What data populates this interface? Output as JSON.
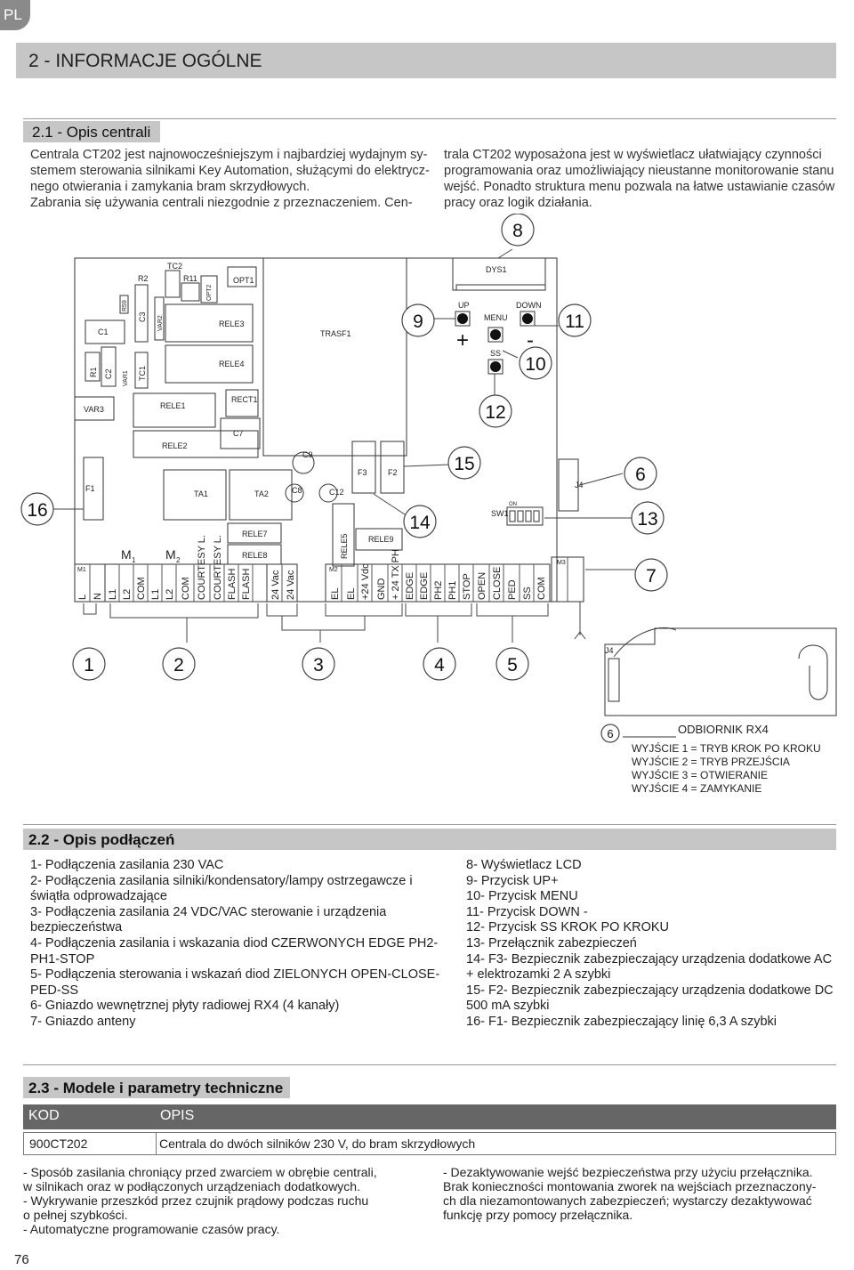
{
  "lang_badge": "PL",
  "chapter_title": "2 -  INFORMACJE OGÓLNE",
  "section1": {
    "title": "2.1 - Opis centrali",
    "left_lines": [
      "Centrala CT202 jest najnowocześniejszym i najbardziej wydajnym sy-",
      "stemem sterowania silnikami Key Automation, służącymi do elektrycz-",
      "nego otwierania i zamykania bram skrzydłowych.",
      "Zabrania się używania centrali niezgodnie z przeznaczeniem. Cen-"
    ],
    "right_lines": [
      "trala CT202 wyposażona jest w wyświetlacz ułatwiający czynności",
      "programowania oraz umożliwiający nieustanne monitorowanie stanu",
      "wejść. Ponadto struktura menu pozwala na łatwe ustawianie czasów",
      "pracy oraz logik działania."
    ]
  },
  "diagram": {
    "callouts": {
      "c1": "1",
      "c2": "2",
      "c3": "3",
      "c4": "4",
      "c5": "5",
      "c6": "6",
      "c7": "7",
      "c8": "8",
      "c9": "9",
      "c10": "10",
      "c11": "11",
      "c12": "12",
      "c13": "13",
      "c14": "14",
      "c15": "15",
      "c16": "16",
      "c6b": "6"
    },
    "components": {
      "r2": "R2",
      "tc2": "TC2",
      "r11": "R11",
      "opt2": "OPT2",
      "opt1": "OPT1",
      "dys1": "DYS1",
      "up": "UP",
      "menu": "MENU",
      "down": "DOWN",
      "ss": "SS",
      "plus": "+",
      "minus": "-",
      "c1": "C1",
      "c3": "C3",
      "var2": "VAR2",
      "rele3": "RELE3",
      "trasf1": "TRASF1",
      "rele4": "RELE4",
      "r1": "R1",
      "c2": "C2",
      "var1": "VAR1",
      "tc1": "TC1",
      "var3": "VAR3",
      "rele1": "RELE1",
      "rect1": "RECT1",
      "c7": "C7",
      "rele2": "RELE2",
      "c9": "C9",
      "f3": "F3",
      "f2": "F2",
      "j4": "J4",
      "f1": "F1",
      "ta1": "TA1",
      "ta2": "TA2",
      "c8": "C8",
      "c12": "C12",
      "sw1": "SW1",
      "on": "ON",
      "rele7": "RELE7",
      "rele8": "RELE8",
      "rele5": "RELE5",
      "rele9": "RELE9",
      "m1": "M1",
      "m2": "M2",
      "m3": "M3",
      "motor1": "M",
      "motor1_sub": "1",
      "motor2": "M",
      "motor2_sub": "2",
      "r59": "R59",
      "j4b": "J4"
    },
    "terminals": [
      "L",
      "N",
      "L1",
      "L2",
      "COM",
      "L1",
      "L2",
      "COM",
      "COURTESY L.",
      "COURTESY L.",
      "FLASH",
      "FLASH",
      "24 Vac",
      "24 Vac",
      "EL",
      "EL",
      "+24 Vdc",
      "GND",
      "+ 24 TX PH",
      "EDGE",
      "EDGE",
      "PH2",
      "PH1",
      "STOP",
      "OPEN",
      "CLOSE",
      "PED",
      "SS",
      "COM"
    ],
    "rx4": {
      "title": "ODBIORNIK RX4",
      "lines": [
        "WYJŚCIE 1 = TRYB KROK PO KROKU",
        "WYJŚCIE 2 = TRYB PRZEJŚCIA",
        "WYJŚCIE 3 = OTWIERANIE",
        "WYJŚCIE 4 = ZAMYKANIE"
      ]
    }
  },
  "section2": {
    "title": "2.2 - Opis podłączeń",
    "left_lines": [
      "1- Podłączenia zasilania 230 VAC",
      "2- Podłączenia zasilania silniki/kondensatory/lampy ostrzegawcze i",
      "świątła odprowadzające",
      "3- Podłączenia zasilania 24 VDC/VAC sterowanie i urządzenia",
      "bezpieczeństwa",
      "4- Podłączenia zasilania i wskazania diod CZERWONYCH EDGE PH2-",
      "PH1-STOP",
      "5- Podłączenia sterowania i wskazań diod ZIELONYCH OPEN-CLOSE-",
      "PED-SS",
      "6- Gniazdo wewnętrznej płyty radiowej RX4 (4 kanały)",
      "7- Gniazdo anteny"
    ],
    "right_lines": [
      "8- Wyświetlacz LCD",
      "9- Przycisk UP+",
      "10- Przycisk MENU",
      "11- Przycisk DOWN -",
      "12- Przycisk SS KROK PO KROKU",
      "13- Przełącznik zabezpieczeń",
      "14- F3- Bezpiecznik zabezpieczający urządzenia dodatkowe AC",
      "+ elektrozamki 2 A szybki",
      "15- F2- Bezpiecznik zabezpieczający urządzenia dodatkowe DC",
      "500 mA szybki",
      "16- F1- Bezpiecznik zabezpieczający linię 6,3 A szybki"
    ]
  },
  "section3": {
    "title": "2.3 - Modele i parametry techniczne",
    "table_headers": [
      "KOD",
      "OPIS"
    ],
    "table_row": {
      "kod": "900CT202",
      "opis": "Centrala do dwóch silników 230 V, do bram skrzydłowych"
    },
    "left_lines": [
      "- Sposób zasilania chroniący przed zwarciem w obrębie centrali,",
      "w silnikach oraz w podłączonych urządzeniach dodatkowych.",
      "- Wykrywanie przeszkód przez czujnik prądowy podczas ruchu",
      "o pełnej szybkości.",
      "- Automatyczne programowanie czasów pracy."
    ],
    "right_lines": [
      "- Dezaktywowanie wejść bezpieczeństwa przy użyciu przełącznika.",
      "Brak konieczności montowania zworek na wejściach przeznaczony-",
      "ch dla niezamontowanych zabezpieczeń; wystarczy dezaktywować",
      "funkcję przy pomocy przełącznika."
    ]
  },
  "page_number": "76"
}
